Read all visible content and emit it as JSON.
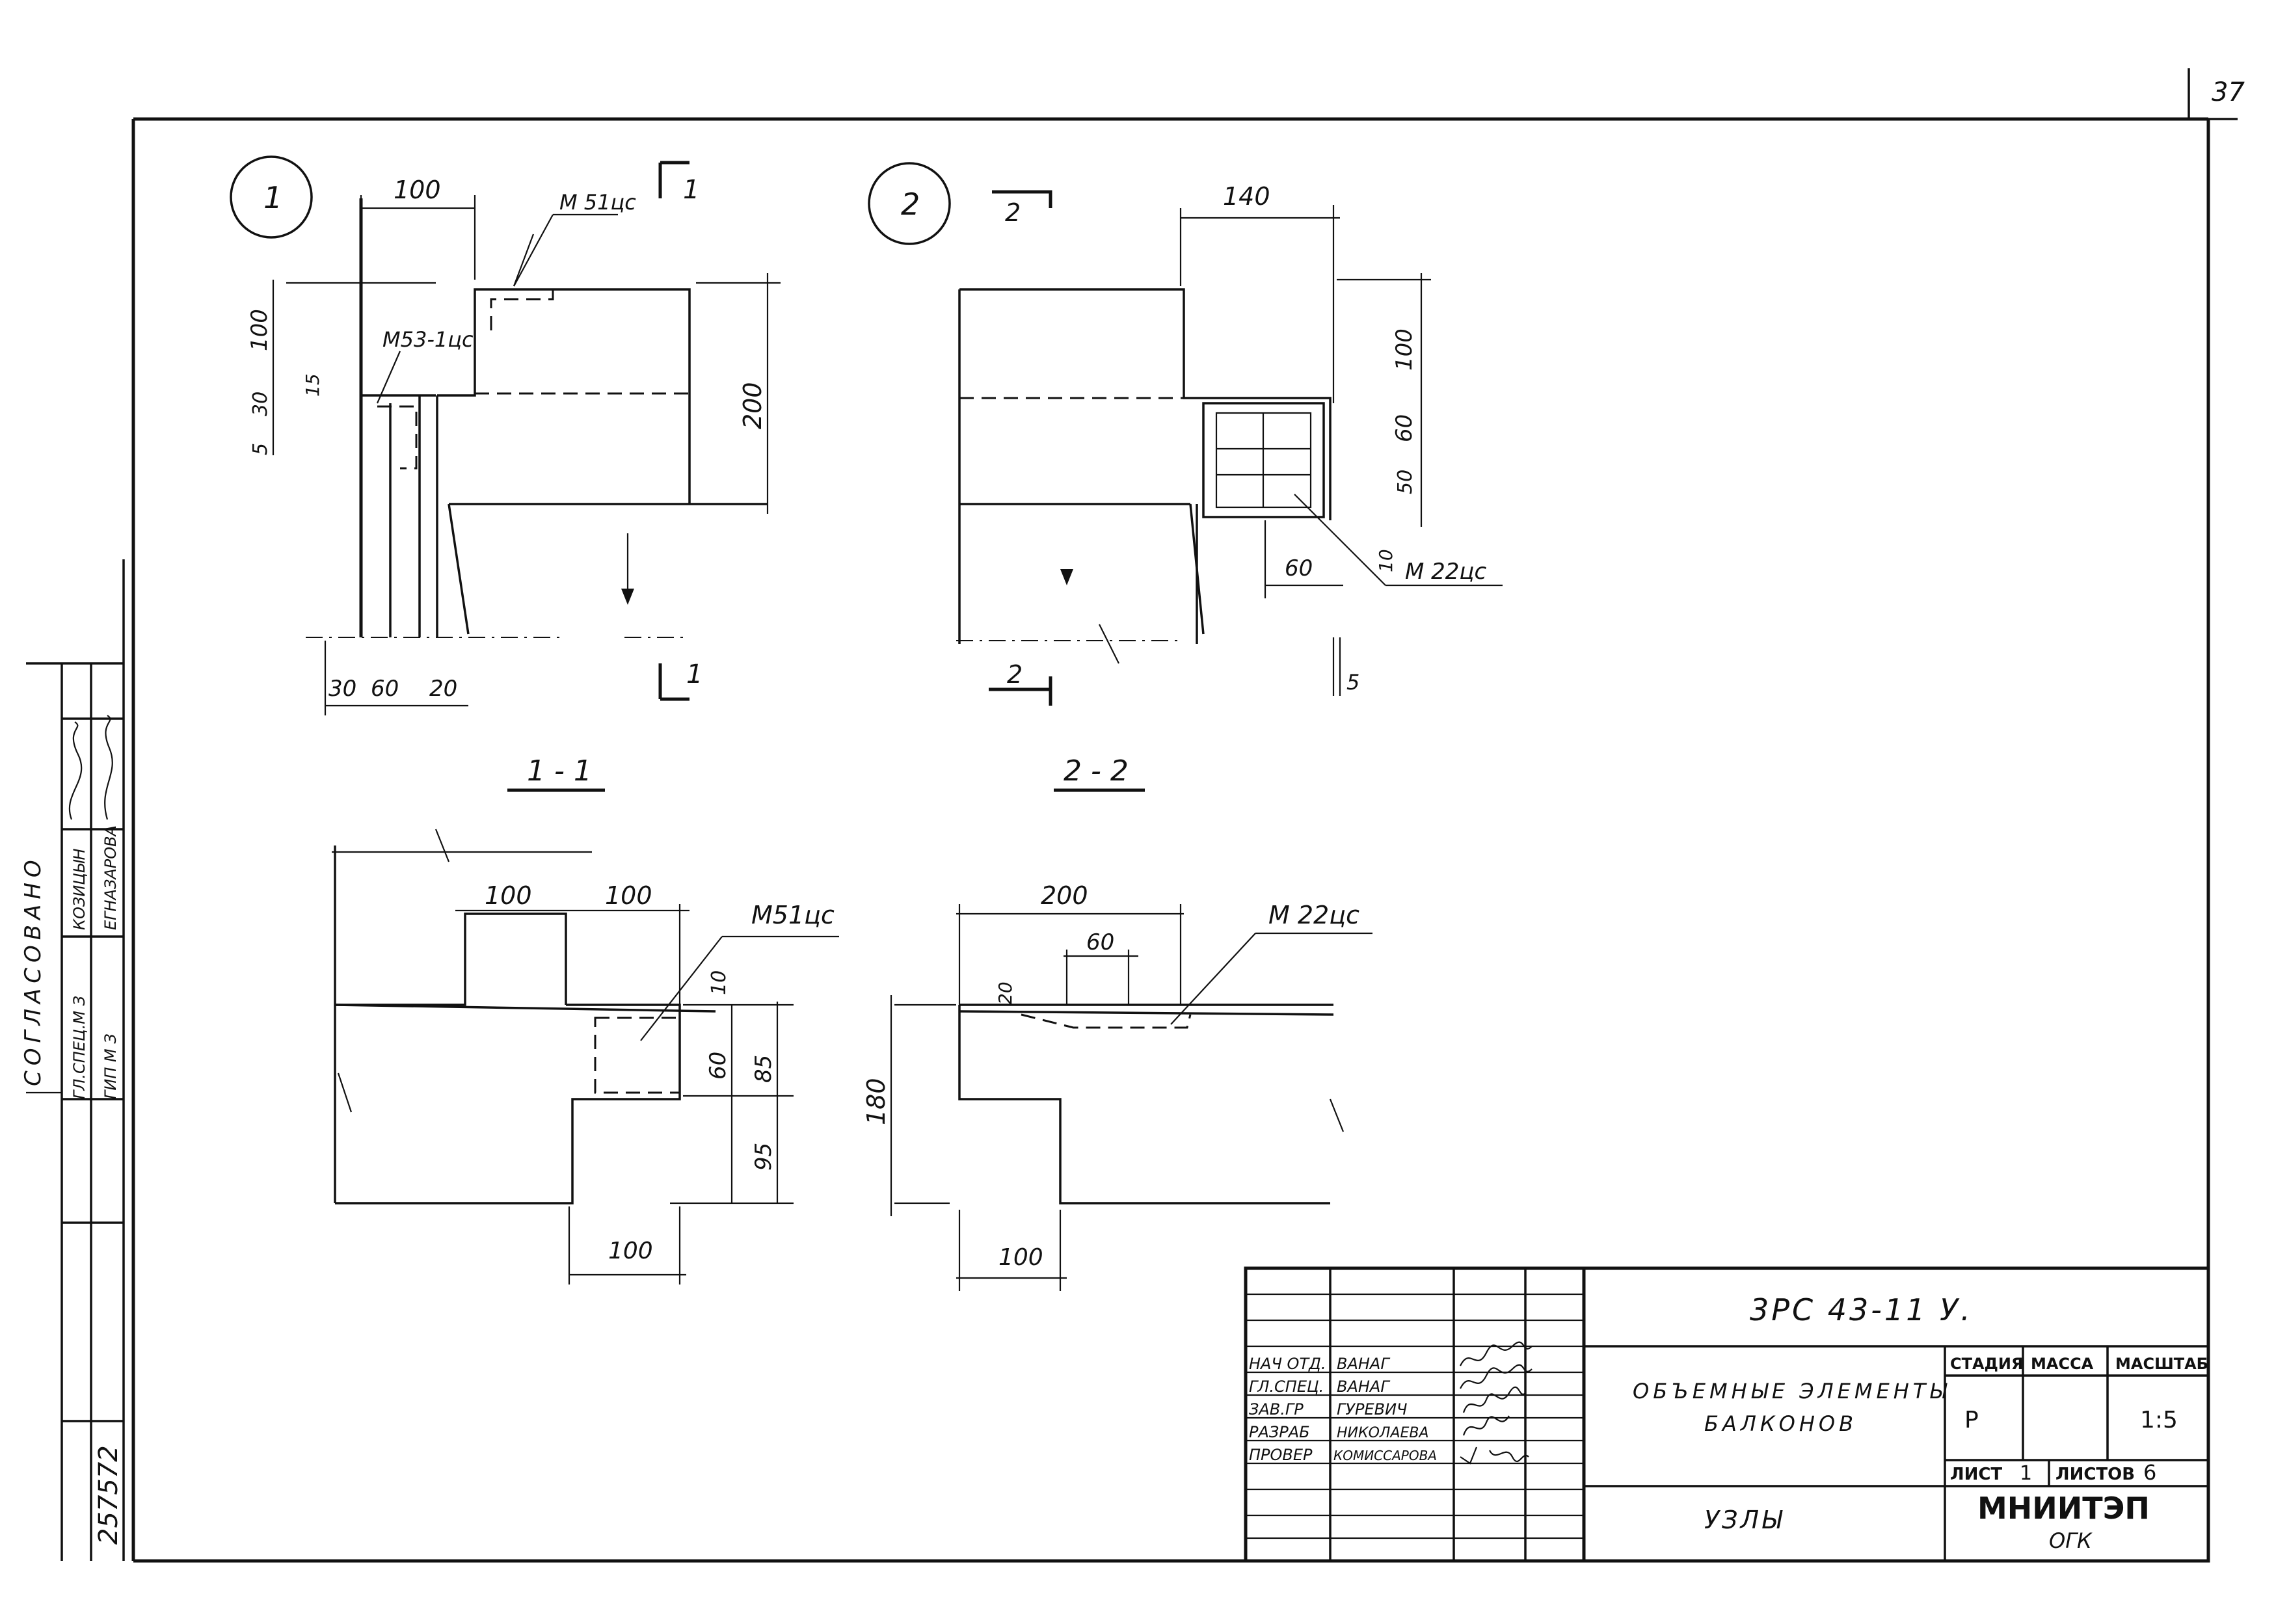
{
  "sheet": {
    "page_number": "37",
    "inventory_number": "257572"
  },
  "approval": {
    "heading": "СОГЛАСОВАНО",
    "rows": [
      {
        "role": "ГЛ.СПЕЦ.М З",
        "name": "КОЗИЦЫН"
      },
      {
        "role": "ГИП М З",
        "name": "ЕГНАЗАРОВА"
      }
    ]
  },
  "node1": {
    "number": "1",
    "cut_label": "1",
    "section_title": "1 - 1",
    "labels": {
      "m51": "М 51цс",
      "m53": "М53-1цс"
    },
    "dims": {
      "top": "100",
      "left_100": "100",
      "d30": "30",
      "d15": "15",
      "d5": "5",
      "right_200": "200",
      "b30": "30",
      "b60": "60",
      "b20": "20"
    }
  },
  "node2": {
    "number": "2",
    "cut_label": "2",
    "section_title": "2 - 2",
    "labels": {
      "m22": "М 22цс"
    },
    "dims": {
      "top": "140",
      "r100": "100",
      "r60": "60",
      "r50": "50",
      "r10": "10",
      "d60": "60",
      "d5": "5"
    }
  },
  "section1": {
    "labels": {
      "m51": "М51цс"
    },
    "dims": {
      "t100a": "100",
      "t100b": "100",
      "d10": "10",
      "d60": "60",
      "d85": "85",
      "d95": "95",
      "b100": "100"
    }
  },
  "section2": {
    "labels": {
      "m22": "М 22цс"
    },
    "dims": {
      "t200": "200",
      "t60": "60",
      "d20": "20",
      "l180": "180",
      "b100": "100"
    }
  },
  "title_block": {
    "doc_code": "3РС 43-11 У.",
    "title_line1": "ОБЪЕМНЫЕ ЭЛЕМЕНТЫ",
    "title_line2": "БАЛКОНОВ",
    "subtitle": "УЗЛЫ",
    "headers": {
      "stage": "СТАДИЯ",
      "mass": "МАССА",
      "scale": "МАСШТАБ"
    },
    "stage": "Р",
    "mass": "",
    "scale": "1:5",
    "sheet_label": "ЛИСТ",
    "sheet_no": "1",
    "sheets_label": "ЛИСТОВ",
    "sheets_total": "6",
    "org": "МНИИТЭП",
    "org_dept": "ОГК",
    "people": [
      {
        "role": "НАЧ ОТД.",
        "name": "ВАНАГ"
      },
      {
        "role": "ГЛ.СПЕЦ.",
        "name": "ВАНАГ"
      },
      {
        "role": "ЗАВ.ГР",
        "name": "ГУРЕВИЧ"
      },
      {
        "role": "РАЗРАБ",
        "name": "НИКОЛАЕВА"
      },
      {
        "role": "ПРОВЕР",
        "name": "КОМИССАРОВА"
      }
    ]
  }
}
